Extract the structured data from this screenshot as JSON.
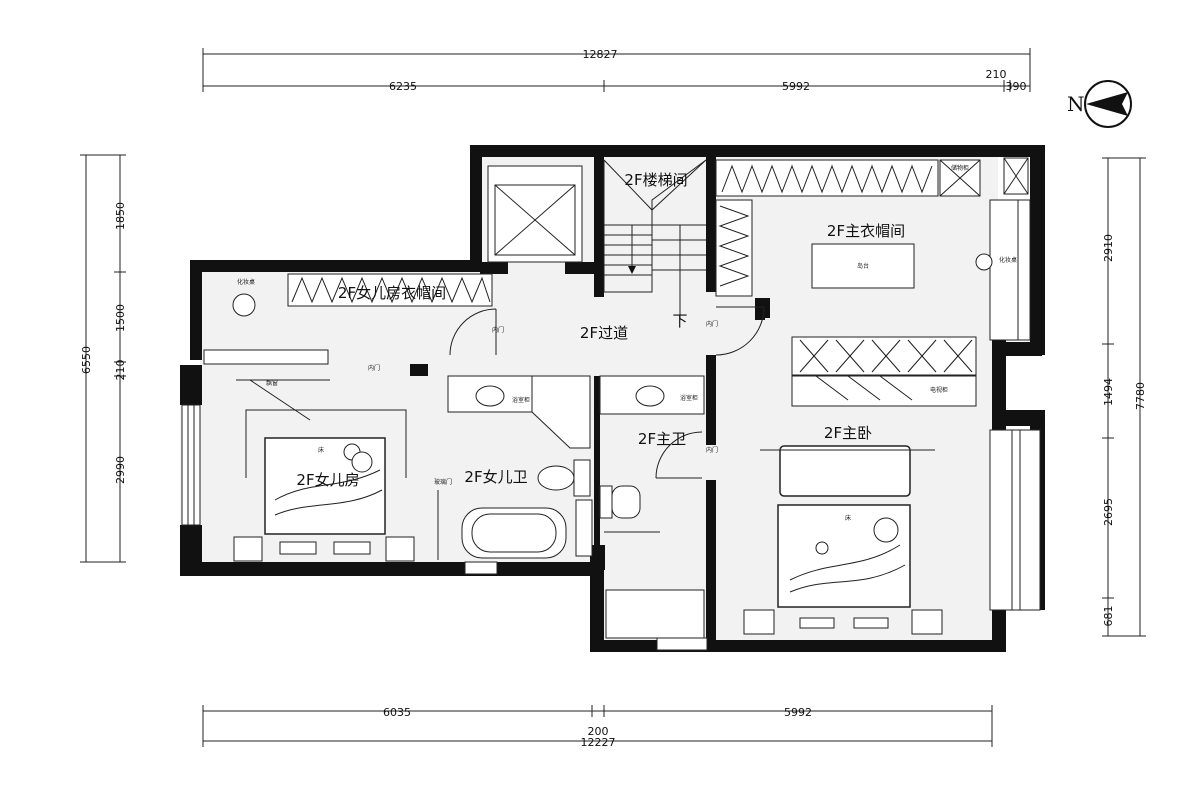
{
  "dimensions": {
    "top_total": "12827",
    "top_left": "6235",
    "top_mid": "5992",
    "top_r1": "210",
    "top_r2": "390",
    "bottom_left": "6035",
    "bottom_mid": "200",
    "bottom_right": "5992",
    "bottom_total": "12227",
    "left_total": "6550",
    "left_1": "1850",
    "left_2": "1500",
    "left_3": "210",
    "left_4": "2990",
    "right_total": "7780",
    "right_1": "2910",
    "right_2": "1494",
    "right_3": "2695",
    "right_4": "681"
  },
  "compass": {
    "label": "N"
  },
  "rooms": {
    "stair": "2F楼梯间",
    "master_closet": "2F主衣帽间",
    "daughter_closet": "2F女儿房衣帽间",
    "corridor": "2F过道",
    "down_mark": "下",
    "master_bath": "2F主卫",
    "master_bedroom": "2F主卧",
    "daughter_bath": "2F女儿卫",
    "daughter_bedroom": "2F女儿房"
  },
  "labels": {
    "dresser": "化妆桌",
    "dresser2": "化妆桌",
    "door": "内门",
    "glass_door": "玻璃门",
    "bed": "床",
    "window_seat": "飘窗",
    "tv_cabinet": "电视柜",
    "cabinet": "储物柜",
    "island": "岛台",
    "bath_cab": "浴室柜"
  }
}
